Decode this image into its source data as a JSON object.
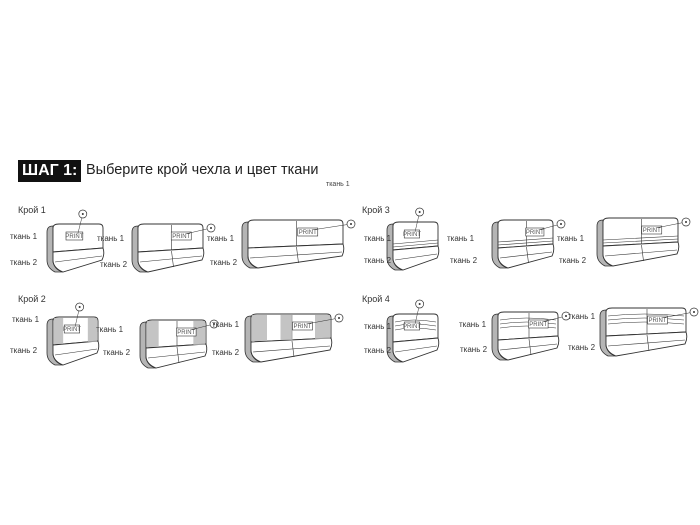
{
  "header": {
    "step": "ШАГ 1:",
    "title": "Выберите крой чехла и цвет ткани",
    "note": "ткань 1"
  },
  "sections": [
    {
      "label": "Крой 1",
      "items": [
        {
          "fabric1": "ткань 1",
          "fabric2": "ткань 2",
          "print": "PRINT"
        },
        {
          "fabric1": "ткань 1",
          "fabric2": "ткань 2",
          "print": "PRINT"
        },
        {
          "fabric1": "ткань 1",
          "fabric2": "ткань 2",
          "print": "PRINT"
        }
      ]
    },
    {
      "label": "Крой 2",
      "items": [
        {
          "fabric1": "ткань 1",
          "fabric2": "ткань 2",
          "print": "PRINT"
        },
        {
          "fabric1": "ткань 1",
          "fabric2": "ткань 2",
          "print": "PRINT"
        },
        {
          "fabric1": "ткань 1",
          "fabric2": "ткань 2",
          "print": "PRINT"
        }
      ]
    },
    {
      "label": "Крой 3",
      "items": [
        {
          "fabric1": "ткань 1",
          "fabric2": "ткань 2",
          "print": "PRINT"
        },
        {
          "fabric1": "ткань 1",
          "fabric2": "ткань 2",
          "print": "PRINT"
        },
        {
          "fabric1": "ткань 1",
          "fabric2": "ткань 2",
          "print": "PRINT"
        }
      ]
    },
    {
      "label": "Крой 4",
      "items": [
        {
          "fabric1": "ткань 1",
          "fabric2": "ткань 2",
          "print": "PRINT"
        },
        {
          "fabric1": "ткань 1",
          "fabric2": "ткань 2",
          "print": "PRINT"
        },
        {
          "fabric1": "ткань 1",
          "fabric2": "ткань 2",
          "print": "PRINT"
        }
      ]
    }
  ],
  "colors": {
    "line": "#333333",
    "fabric2": "#b5b5b5",
    "background": "#ffffff"
  }
}
